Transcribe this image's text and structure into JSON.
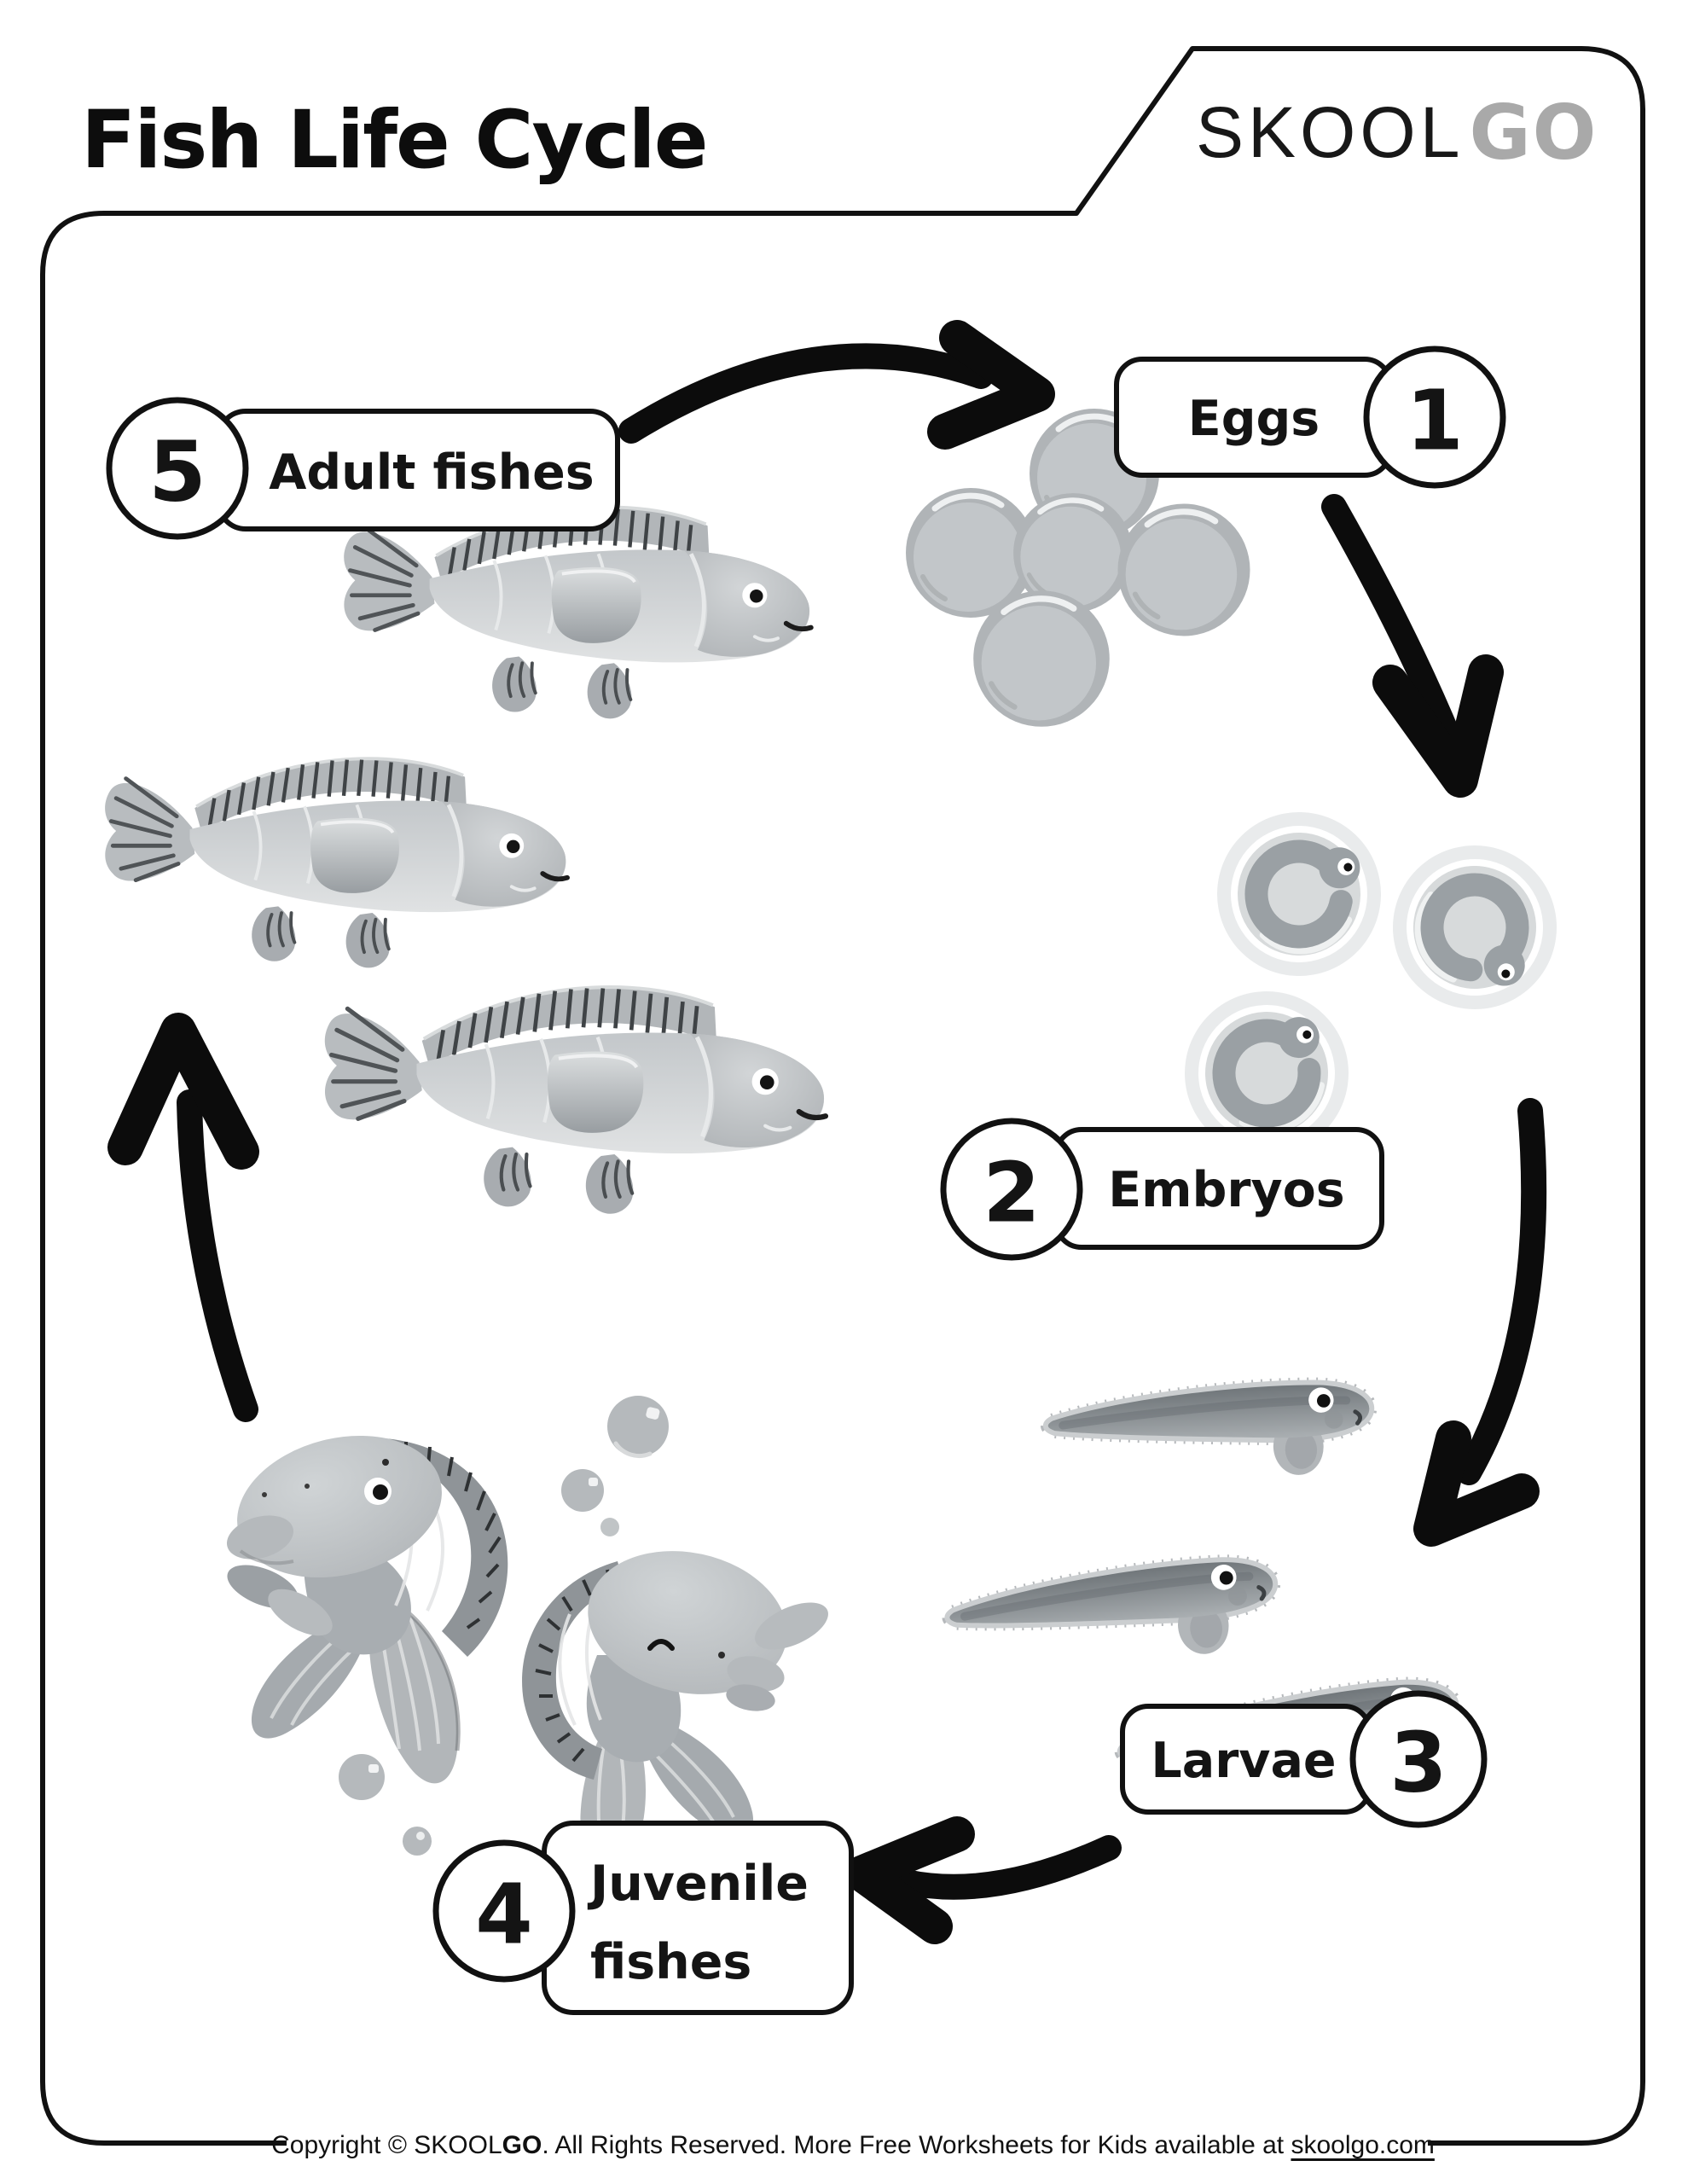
{
  "page": {
    "title": "Fish Life Cycle"
  },
  "logo": {
    "skool": "SKOOL",
    "go": "GO"
  },
  "diagram": {
    "stages": [
      {
        "number": "1",
        "label": "Eggs"
      },
      {
        "number": "2",
        "label": "Embryos"
      },
      {
        "number": "3",
        "label": "Larvae"
      },
      {
        "number": "4",
        "label_line1": "Juvenile",
        "label_line2": "fishes"
      },
      {
        "number": "5",
        "label": "Adult fishes"
      }
    ]
  },
  "footer": {
    "copyright_prefix": "Copyright © SKOOL",
    "copyright_bold": "GO",
    "copyright_suffix": ". All Rights Reserved. More Free Worksheets for Kids available at ",
    "link": "skoolgo.com"
  },
  "colors": {
    "ink": "#111111",
    "logo_gray": "#a9a9a9",
    "art_gray": "#b6babd"
  }
}
